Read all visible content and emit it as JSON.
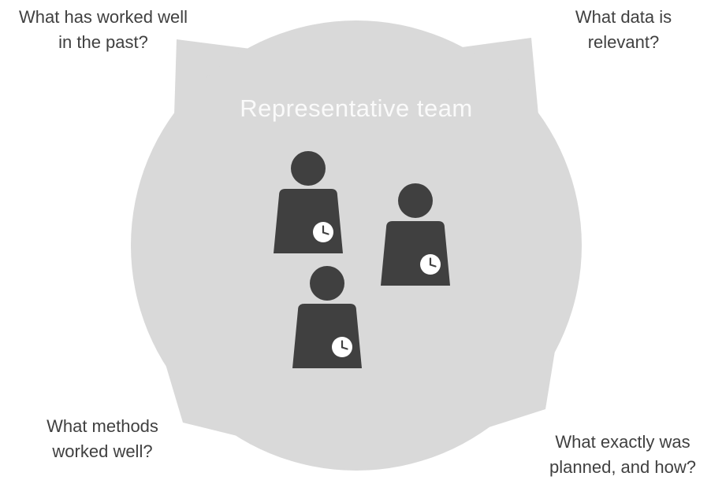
{
  "diagram": {
    "title": "Representative team",
    "questions": {
      "top_left": "What has worked well\nin the past?",
      "top_right": "What data is\nrelevant?",
      "bottom_left": "What methods\nworked well?",
      "bottom_right": "What exactly was\nplanned, and how?"
    },
    "team_icons": {
      "count": 3,
      "icon": "person-with-clock-icon"
    },
    "colors": {
      "circle": "#d9d9d9",
      "person": "#404040",
      "clock_face": "#ffffff",
      "question_text": "#404040",
      "title_text": "#fafafa"
    }
  }
}
